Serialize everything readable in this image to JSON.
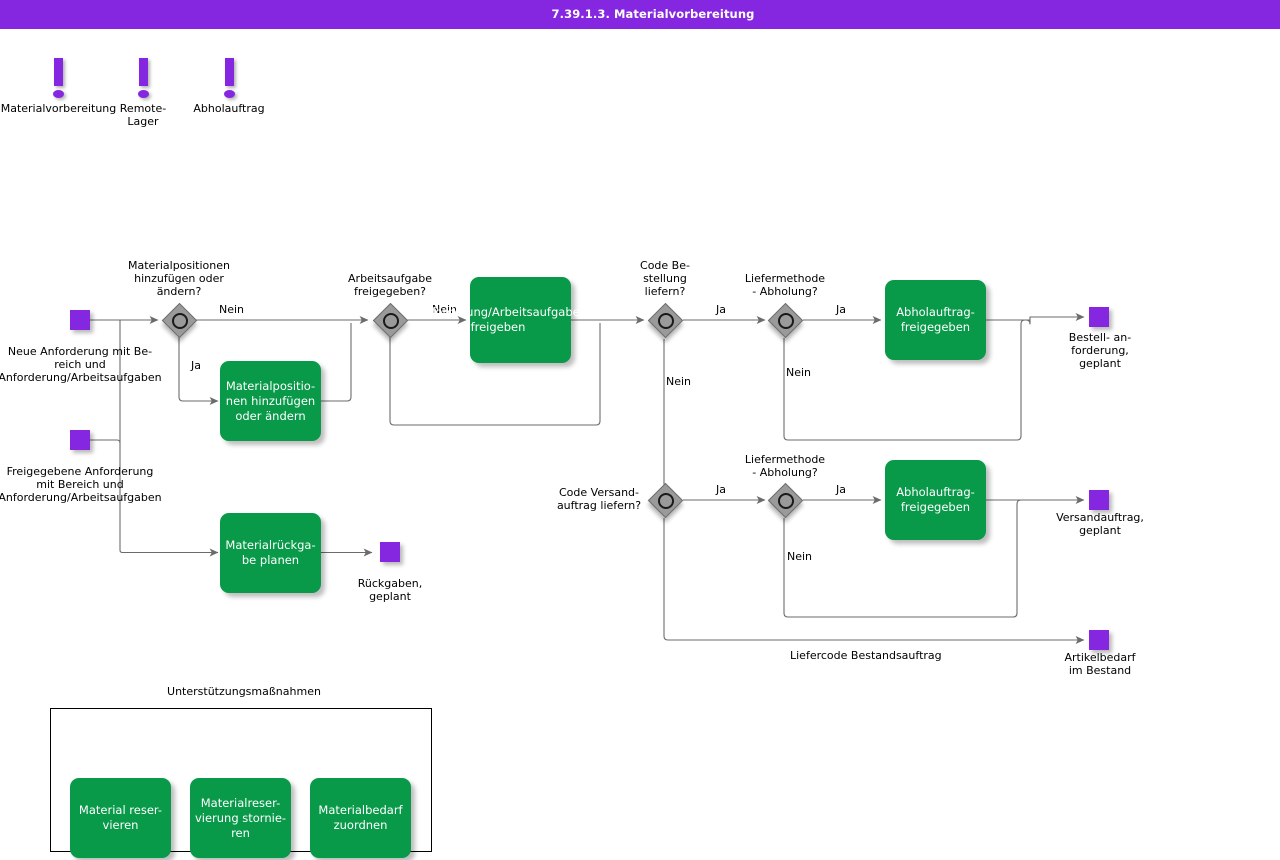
{
  "window": {
    "title": "7.39.1.3. Materialvorbereitung",
    "title_bar_color": "#8526E0"
  },
  "palette": {
    "purple": "#8526E0",
    "green": "#089949",
    "gateway_gray": "#9A9A9A",
    "connector_gray": "#6b6b6b",
    "text": "#000000",
    "task_text": "#ffffff"
  },
  "signals": [
    {
      "name": "signal-materialvorbereitung",
      "label": "Materialvorbereitung"
    },
    {
      "name": "signal-remote-lager",
      "label": "Remote-\nLager"
    },
    {
      "name": "signal-abholauftrag",
      "label": "Abholauftrag"
    }
  ],
  "start_events": [
    {
      "name": "start-neue-anforderung",
      "label": "Neue Anforderung mit Be-\nreich und\nAnforderung/Arbeitsaufgaben"
    },
    {
      "name": "start-freigegebene-anforderung",
      "label": "Freigegebene Anforderung\nmit Bereich und\nAnforderung/Arbeitsaufgaben"
    }
  ],
  "end_events": [
    {
      "name": "end-rueckgaben-geplant",
      "label": "Rückgaben,\ngeplant"
    },
    {
      "name": "end-bestellanforderung-geplant",
      "label": "Bestell- an-\nforderung,\ngeplant"
    },
    {
      "name": "end-versandauftrag-geplant",
      "label": "Versandauftrag,\ngeplant"
    },
    {
      "name": "end-artikelbedarf-im-bestand",
      "label": "Artikelbedarf\nim Bestand"
    }
  ],
  "gateways": [
    {
      "name": "gateway-materialpositionen",
      "label": "Materialpositionen\nhinzufügen oder\nändern?"
    },
    {
      "name": "gateway-arbeitsaufgabe-freigegeben",
      "label": "Arbeitsaufgabe\nfreigegeben?"
    },
    {
      "name": "gateway-code-bestellung-liefern",
      "label": "Code Be-\nstellung\nliefern?"
    },
    {
      "name": "gateway-liefermethode-abholung-oben",
      "label": "Liefermethode\n- Abholung?"
    },
    {
      "name": "gateway-code-versandauftrag-liefern",
      "label": "Code Versand-\nauftrag liefern?"
    },
    {
      "name": "gateway-liefermethode-abholung-unten",
      "label": "Liefermethode\n- Abholung?"
    }
  ],
  "tasks": [
    {
      "name": "task-materialpositionen-hinzufuegen",
      "label": "Materialpositio-\nnen hinzufügen\noder ändern"
    },
    {
      "name": "task-anforderung-arbeitsaufgabe-freigeben",
      "label": "Anforderung/Arbeitsaufgabe\nfreigeben"
    },
    {
      "name": "task-materialrueckgabe-planen",
      "label": "Materialrückga-\nbe planen"
    },
    {
      "name": "task-abholauftrag-freigegeben-oben",
      "label": "Abholauftrag-\nfreigegeben"
    },
    {
      "name": "task-abholauftrag-freigegeben-unten",
      "label": "Abholauftrag-\nfreigegeben"
    }
  ],
  "edge_labels": {
    "nein_materialpositionen": "Nein",
    "ja_materialpositionen": "Ja",
    "nein_arbeitsaufgabe": "Nein",
    "ja_code_bestellung": "Ja",
    "nein_code_bestellung": "Nein",
    "ja_liefermethode_oben": "Ja",
    "nein_liefermethode_oben": "Nein",
    "ja_code_versandauftrag": "Ja",
    "ja_liefermethode_unten": "Ja",
    "nein_liefermethode_unten": "Nein",
    "liefercode_bestandsauftrag": "Liefercode Bestandsauftrag"
  },
  "support_group": {
    "title": "Unterstützungsmaßnahmen",
    "items": [
      {
        "name": "task-material-reservieren",
        "label": "Material reser-\nvieren"
      },
      {
        "name": "task-materialreservierung-stornieren",
        "label": "Materialreser-\nvierung stornie-\nren"
      },
      {
        "name": "task-materialbedarf-zuordnen",
        "label": "Materialbedarf\nzuordnen"
      }
    ]
  }
}
